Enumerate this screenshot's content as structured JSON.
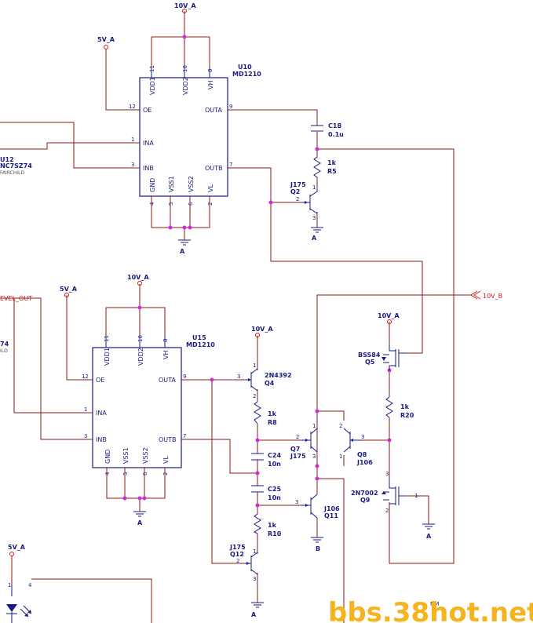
{
  "power": {
    "v10a": "10V_A",
    "v5a": "5V_A",
    "v10b": "10V_B",
    "gnd_a": "A",
    "gnd_b": "B"
  },
  "nets": {
    "level_out": "EVEL_OUT"
  },
  "u10": {
    "ref": "U10",
    "part": "MD1210",
    "pins": {
      "vdd1": "VDD1",
      "vdd2": "VDD2",
      "vh": "VH",
      "oe": "OE",
      "ina": "INA",
      "inb": "INB",
      "outa": "OUTA",
      "outb": "OUTB",
      "gnd": "GND",
      "vss1": "VSS1",
      "vss2": "VSS2",
      "vl": "VL"
    },
    "nums": {
      "vdd1": "11",
      "vdd2": "10",
      "vh": "8",
      "oe": "12",
      "ina": "1",
      "inb": "3",
      "outa": "9",
      "outb": "7",
      "gnd": "4",
      "vss1": "5",
      "vss2": "6",
      "vl": "2"
    }
  },
  "u15": {
    "ref": "U15",
    "part": "MD1210",
    "pins": {
      "vdd1": "VDD1",
      "vdd2": "VDD2",
      "vh": "VH",
      "oe": "OE",
      "ina": "INA",
      "inb": "INB",
      "outa": "OUTA",
      "outb": "OUTB",
      "gnd": "GND",
      "vss1": "VSS1",
      "vss2": "VSS2",
      "vl": "VL"
    },
    "nums": {
      "vdd1": "11",
      "vdd2": "10",
      "vh": "8",
      "oe": "12",
      "ina": "1",
      "inb": "3",
      "outa": "9",
      "outb": "7",
      "gnd": "4",
      "vss1": "5",
      "vss2": "6",
      "vl": "2"
    }
  },
  "u12": {
    "ref": "U12",
    "part": "NC7SZ74",
    "mfr": "FAIRCHILD"
  },
  "u12b": {
    "part": "74",
    "mfr": "ILD"
  },
  "c18": {
    "ref": "C18",
    "value": "0.1u"
  },
  "c24": {
    "ref": "C24",
    "value": "10n"
  },
  "c25": {
    "ref": "C25",
    "value": "10n"
  },
  "r5": {
    "ref": "R5",
    "value": "1k"
  },
  "r8": {
    "ref": "R8",
    "value": "1k"
  },
  "r10": {
    "ref": "R10",
    "value": "1k"
  },
  "r20": {
    "ref": "R20",
    "value": "1k"
  },
  "q2": {
    "ref": "Q2",
    "part": "J175"
  },
  "q4": {
    "ref": "Q4",
    "part": "2N4392"
  },
  "q5": {
    "ref": "Q5",
    "part": "BSS84"
  },
  "q7": {
    "ref": "Q7",
    "part": "J175"
  },
  "q8": {
    "ref": "Q8",
    "part": "J106"
  },
  "q9": {
    "ref": "Q9",
    "part": "2N7002"
  },
  "q11": {
    "ref": "Q11",
    "part": "J106"
  },
  "q12": {
    "ref": "Q12",
    "part": "J175"
  },
  "transistor_pins": {
    "p1": "1",
    "p2": "2",
    "p3": "3",
    "p4": "4"
  },
  "watermark": "bbs.38hot.net",
  "watermark_tail": "NM"
}
